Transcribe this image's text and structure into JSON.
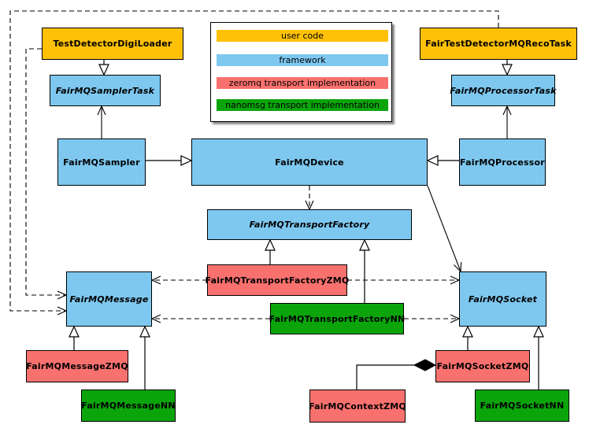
{
  "title": "FairMQ class diagram",
  "colors": {
    "user_code": "#FFC107",
    "framework": "#7EC8F0",
    "zeromq": "#F9716E",
    "nanomsg": "#0BA50B"
  },
  "nodes": {
    "testDetectorDigiLoader": {
      "label": "TestDetectorDigiLoader"
    },
    "fairTestDetectorMQRecoTask": {
      "label": "FairTestDetectorMQRecoTask"
    },
    "fairMQSamplerTask": {
      "label": "FairMQSamplerTask"
    },
    "fairMQProcessorTask": {
      "label": "FairMQProcessorTask"
    },
    "fairMQSampler": {
      "label": "FairMQSampler"
    },
    "fairMQDevice": {
      "label": "FairMQDevice"
    },
    "fairMQProcessor": {
      "label": "FairMQProcessor"
    },
    "fairMQTransportFactory": {
      "label": "FairMQTransportFactory"
    },
    "fairMQTransportFactoryZMQ": {
      "label": "FairMQTransportFactoryZMQ"
    },
    "fairMQTransportFactoryNN": {
      "label": "FairMQTransportFactoryNN"
    },
    "fairMQMessage": {
      "label": "FairMQMessage"
    },
    "fairMQMessageZMQ": {
      "label": "FairMQMessageZMQ"
    },
    "fairMQMessageNN": {
      "label": "FairMQMessageNN"
    },
    "fairMQSocket": {
      "label": "FairMQSocket"
    },
    "fairMQSocketZMQ": {
      "label": "FairMQSocketZMQ"
    },
    "fairMQSocketNN": {
      "label": "FairMQSocketNN"
    },
    "fairMQContextZMQ": {
      "label": "FairMQContextZMQ"
    }
  },
  "legend": {
    "items": [
      {
        "label": "user code",
        "color": "#FFC107"
      },
      {
        "label": "framework",
        "color": "#7EC8F0"
      },
      {
        "label": "zeromq transport implementation",
        "color": "#F9716E"
      },
      {
        "label": "nanomsg transport implementation",
        "color": "#0BA50B"
      }
    ]
  }
}
